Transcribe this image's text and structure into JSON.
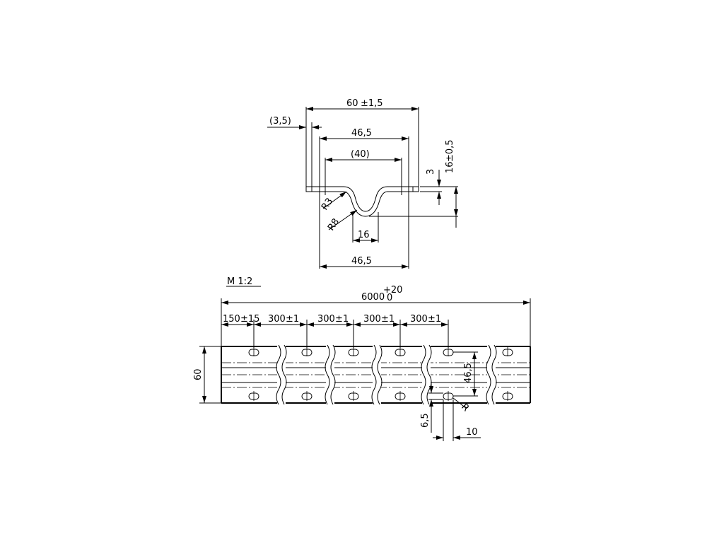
{
  "section_view": {
    "dims": {
      "total_width": "60",
      "total_width_tol": "±1,5",
      "flange_offset": "(3,5)",
      "outer_channel": "46,5",
      "inner_channel": "(40)",
      "thickness": "3",
      "height": "16",
      "height_tol": "±0,5",
      "radius_small": "R3",
      "radius_large": "R8",
      "bottom_width": "16",
      "bottom_span": "46,5"
    }
  },
  "plan_view": {
    "scale": "M 1:2",
    "length": "6000",
    "length_tol_upper": "+20",
    "length_tol_lower": "0",
    "first_pitch": "150",
    "first_pitch_tol": "±15",
    "pitch": "300",
    "pitch_tol": "±1",
    "width": "60",
    "hole_spacing": "46,5",
    "hole_radius": "R",
    "hole_offset": "6,5",
    "hole_length": "10"
  }
}
